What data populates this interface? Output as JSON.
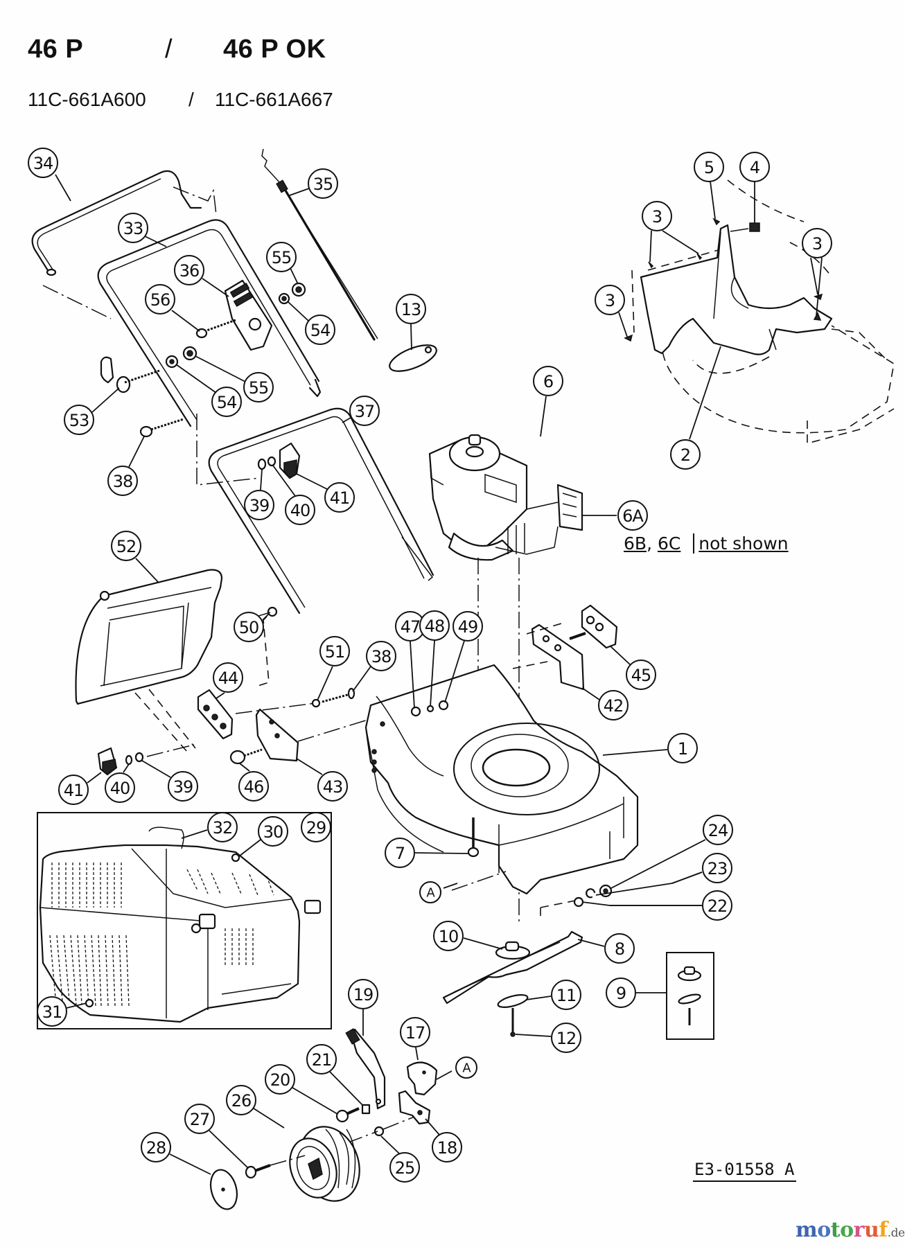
{
  "header": {
    "model_left": "46 P",
    "separator": "/",
    "model_right": "46 P OK",
    "part_number_left": "11C-661A600",
    "part_number_separator": "/",
    "part_number_right": "11C-661A667"
  },
  "note": {
    "items": [
      "6B",
      "6C"
    ],
    "comma": ",",
    "text": "not shown"
  },
  "drawing_number": "E3-01558 A",
  "watermark": {
    "letters": [
      {
        "char": "m",
        "color": "#3f63b0"
      },
      {
        "char": "o",
        "color": "#4b74c0"
      },
      {
        "char": "t",
        "color": "#3f9a48"
      },
      {
        "char": "o",
        "color": "#45a848"
      },
      {
        "char": "r",
        "color": "#d8508e"
      },
      {
        "char": "u",
        "color": "#e55a36"
      },
      {
        "char": "f",
        "color": "#f0a51c"
      }
    ],
    "suffix": ".de"
  },
  "callouts": [
    {
      "label": "34"
    },
    {
      "label": "35"
    },
    {
      "label": "33"
    },
    {
      "label": "36"
    },
    {
      "label": "55"
    },
    {
      "label": "56"
    },
    {
      "label": "54"
    },
    {
      "label": "13"
    },
    {
      "label": "6"
    },
    {
      "label": "5"
    },
    {
      "label": "4"
    },
    {
      "label": "3"
    },
    {
      "label": "3"
    },
    {
      "label": "3"
    },
    {
      "label": "2"
    },
    {
      "label": "54"
    },
    {
      "label": "55"
    },
    {
      "label": "53"
    },
    {
      "label": "37"
    },
    {
      "label": "38"
    },
    {
      "label": "39"
    },
    {
      "label": "40"
    },
    {
      "label": "41"
    },
    {
      "label": "6A"
    },
    {
      "label": "52"
    },
    {
      "label": "50"
    },
    {
      "label": "47"
    },
    {
      "label": "48"
    },
    {
      "label": "49"
    },
    {
      "label": "51"
    },
    {
      "label": "38"
    },
    {
      "label": "44"
    },
    {
      "label": "45"
    },
    {
      "label": "42"
    },
    {
      "label": "1"
    },
    {
      "label": "41"
    },
    {
      "label": "40"
    },
    {
      "label": "39"
    },
    {
      "label": "46"
    },
    {
      "label": "43"
    },
    {
      "label": "32"
    },
    {
      "label": "30"
    },
    {
      "label": "29"
    },
    {
      "label": "24"
    },
    {
      "label": "7"
    },
    {
      "label": "A"
    },
    {
      "label": "23"
    },
    {
      "label": "22"
    },
    {
      "label": "10"
    },
    {
      "label": "8"
    },
    {
      "label": "11"
    },
    {
      "label": "9"
    },
    {
      "label": "31"
    },
    {
      "label": "19"
    },
    {
      "label": "12"
    },
    {
      "label": "17"
    },
    {
      "label": "A"
    },
    {
      "label": "21"
    },
    {
      "label": "20"
    },
    {
      "label": "26"
    },
    {
      "label": "27"
    },
    {
      "label": "18"
    },
    {
      "label": "25"
    },
    {
      "label": "28"
    }
  ]
}
